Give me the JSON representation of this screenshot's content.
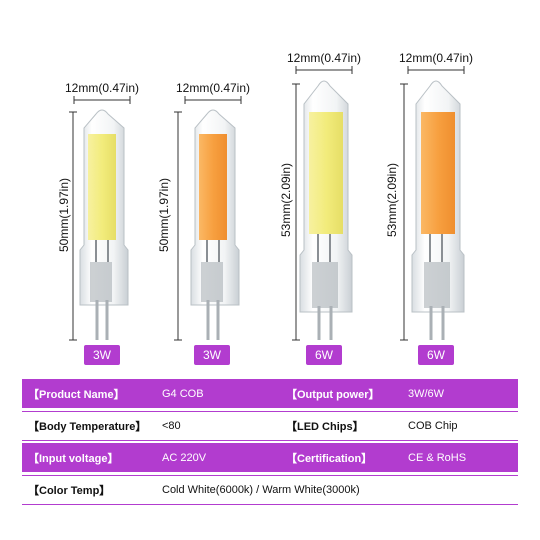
{
  "bulbs": [
    {
      "width_label": "12mm(0.47in)",
      "height_label": "50mm(1.97in)",
      "power": "3W",
      "chip_color": "#f4ef8a"
    },
    {
      "width_label": "12mm(0.47in)",
      "height_label": "50mm(1.97in)",
      "power": "3W",
      "chip_color": "#f7a64a"
    },
    {
      "width_label": "12mm(0.47in)",
      "height_label": "53mm(2.09in)",
      "power": "6W",
      "chip_color": "#f4ef8a"
    },
    {
      "width_label": "12mm(0.47in)",
      "height_label": "53mm(2.09in)",
      "power": "6W",
      "chip_color": "#f7a64a"
    }
  ],
  "specs": [
    {
      "style": "purple",
      "label1": "【Product Name】",
      "value1": "G4 COB",
      "label2": "【Output power】",
      "value2": "3W/6W"
    },
    {
      "style": "white",
      "label1": "【Body Temperature】",
      "value1": "<80",
      "label2": "【LED Chips】",
      "value2": "COB Chip"
    },
    {
      "style": "purple",
      "label1": "【Input voltage】",
      "value1": "AC 220V",
      "label2": "【Certification】",
      "value2": "CE & RoHS"
    },
    {
      "style": "white",
      "label1": "【Color Temp】",
      "value1": "Cold White(6000k) / Warm White(3000k)",
      "label2": "",
      "value2": ""
    }
  ],
  "colors": {
    "accent": "#b23ccf",
    "cold_chip": "#f4ef8a",
    "warm_chip": "#f7a64a"
  }
}
